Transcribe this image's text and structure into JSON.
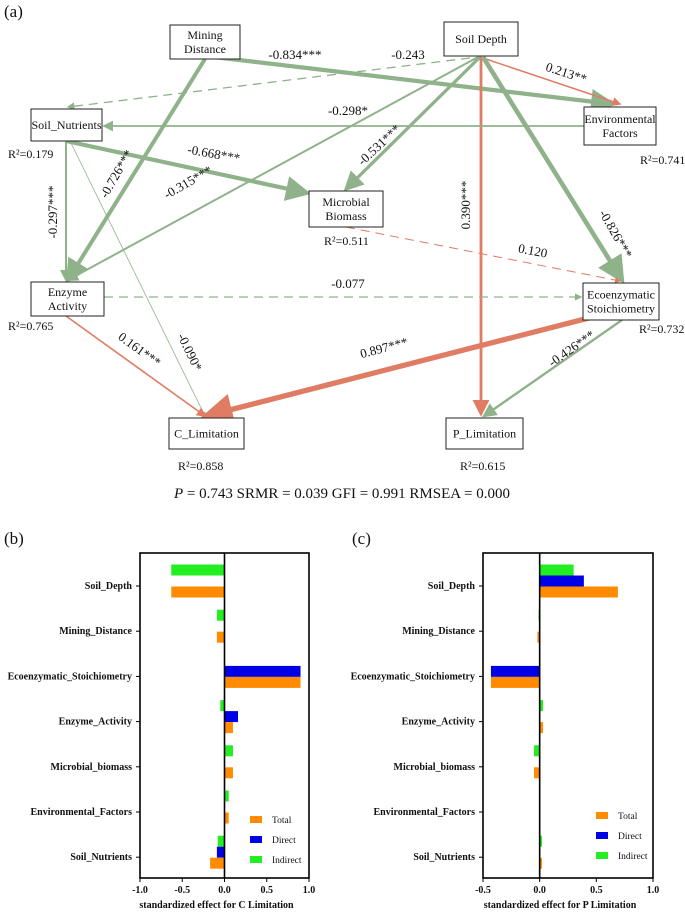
{
  "panel_tags": [
    "(a)",
    "(b)",
    "(c)"
  ],
  "fit_line": {
    "P": "P",
    "rest": " = 0.743 SRMR = 0.039 GFI = 0.991 RMSEA = 0.000"
  },
  "colors": {
    "positive": "#e07b64",
    "negative": "#8fb28a",
    "total": "#ff8c00",
    "direct": "#0000e6",
    "indirect": "#22ee22"
  },
  "chart_data": [
    {
      "type": "path-diagram",
      "nodes": [
        {
          "id": "mining",
          "lines": [
            "Mining",
            "Distance"
          ],
          "r2": ""
        },
        {
          "id": "depth",
          "lines": [
            "Soil Depth"
          ],
          "r2": ""
        },
        {
          "id": "nutrients",
          "lines": [
            "Soil_Nutrients"
          ],
          "r2": "R²=0.179"
        },
        {
          "id": "env",
          "lines": [
            "Environmental",
            "Factors"
          ],
          "r2": "R²=0.741"
        },
        {
          "id": "microbial",
          "lines": [
            "Microbial",
            "Biomass"
          ],
          "r2": "R²=0.511"
        },
        {
          "id": "enzyme",
          "lines": [
            "Enzyme",
            "Activity"
          ],
          "r2": "R²=0.765"
        },
        {
          "id": "eco",
          "lines": [
            "Ecoenzymatic",
            "Stoichiometry"
          ],
          "r2": "R²=0.732"
        },
        {
          "id": "clim",
          "lines": [
            "C_Limitation"
          ],
          "r2": "R²=0.858"
        },
        {
          "id": "plim",
          "lines": [
            "P_Limitation"
          ],
          "r2": "R²=0.615"
        }
      ],
      "paths": [
        {
          "from": "mining",
          "to": "env",
          "coef": "-0.834***",
          "sign": "negative",
          "significant": true
        },
        {
          "from": "mining",
          "to": "enzyme",
          "coef": "-0.726***",
          "sign": "negative",
          "significant": true
        },
        {
          "from": "depth",
          "to": "nutrients",
          "coef": "-0.243",
          "sign": "negative",
          "significant": false
        },
        {
          "from": "depth",
          "to": "env",
          "coef": "0.213**",
          "sign": "positive",
          "significant": true
        },
        {
          "from": "depth",
          "to": "microbial",
          "coef": "-0.531***",
          "sign": "negative",
          "significant": true
        },
        {
          "from": "depth",
          "to": "enzyme",
          "coef": "-0.315***",
          "sign": "negative",
          "significant": true
        },
        {
          "from": "depth",
          "to": "plim",
          "coef": "0.390***",
          "sign": "positive",
          "significant": true
        },
        {
          "from": "depth",
          "to": "eco",
          "coef": "-0.826***",
          "sign": "negative",
          "significant": true
        },
        {
          "from": "env",
          "to": "nutrients",
          "coef": "-0.298*",
          "sign": "negative",
          "significant": true
        },
        {
          "from": "nutrients",
          "to": "microbial",
          "coef": "-0.668***",
          "sign": "negative",
          "significant": true
        },
        {
          "from": "nutrients",
          "to": "enzyme",
          "coef": "-0.297***",
          "sign": "negative",
          "significant": true
        },
        {
          "from": "nutrients",
          "to": "clim",
          "coef": "-0.090*",
          "sign": "negative",
          "significant": true
        },
        {
          "from": "microbial",
          "to": "eco",
          "coef": "0.120",
          "sign": "positive",
          "significant": false
        },
        {
          "from": "enzyme",
          "to": "eco",
          "coef": "-0.077",
          "sign": "negative",
          "significant": false
        },
        {
          "from": "enzyme",
          "to": "clim",
          "coef": "0.161***",
          "sign": "positive",
          "significant": true
        },
        {
          "from": "eco",
          "to": "clim",
          "coef": "0.897***",
          "sign": "positive",
          "significant": true
        },
        {
          "from": "eco",
          "to": "plim",
          "coef": "-0.426***",
          "sign": "negative",
          "significant": true
        }
      ]
    },
    {
      "type": "bar",
      "orientation": "horizontal",
      "categories": [
        "Soil_Depth",
        "Mining_Distance",
        "Ecoenzymatic_Stoichiometry",
        "Enzyme_Activity",
        "Microbial_biomass",
        "Environmental_Factors",
        "Soil_Nutrients"
      ],
      "series": [
        {
          "name": "Indirect",
          "values": [
            -0.63,
            -0.09,
            0.0,
            -0.05,
            0.1,
            0.05,
            -0.08
          ]
        },
        {
          "name": "Direct",
          "values": [
            0.0,
            0.0,
            0.9,
            0.16,
            0.0,
            0.0,
            -0.09
          ]
        },
        {
          "name": "Total",
          "values": [
            -0.63,
            -0.09,
            0.9,
            0.1,
            0.1,
            0.05,
            -0.17
          ]
        }
      ],
      "xlabel": "standardized effect for C Limitation",
      "xlim": [
        -1.0,
        1.0
      ],
      "xticks": [
        "-1.0",
        "-0.5",
        "0.0",
        "0.5",
        "1.0"
      ],
      "legend": [
        "Total",
        "Direct",
        "Indirect"
      ],
      "legend_position": "lower-right"
    },
    {
      "type": "bar",
      "orientation": "horizontal",
      "categories": [
        "Soil_Depth",
        "Mining_Distance",
        "Ecoenzymatic_Stoichiometry",
        "Enzyme_Activity",
        "Microbial_biomass",
        "Environmental_Factors",
        "Soil_Nutrients"
      ],
      "series": [
        {
          "name": "Indirect",
          "values": [
            0.3,
            -0.01,
            0.0,
            0.03,
            -0.05,
            0.0,
            0.02
          ]
        },
        {
          "name": "Direct",
          "values": [
            0.39,
            0.0,
            -0.43,
            0.0,
            0.0,
            0.0,
            0.0
          ]
        },
        {
          "name": "Total",
          "values": [
            0.69,
            -0.02,
            -0.43,
            0.03,
            -0.05,
            0.0,
            0.02
          ]
        }
      ],
      "xlabel": "standardized effect for P Limitation",
      "xlim": [
        -0.5,
        1.0
      ],
      "xticks": [
        "-0.5",
        "0.0",
        "0.5",
        "1.0"
      ],
      "legend": [
        "Total",
        "Direct",
        "Indirect"
      ],
      "legend_position": "lower-right"
    }
  ]
}
